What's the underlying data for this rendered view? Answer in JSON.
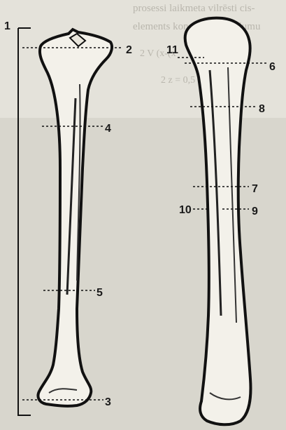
{
  "figure": {
    "background_text": [
      "prosessi laikmeta vilrēsti cis-",
      "elements konstruktīvu lielumu",
      "2 V (x-(x",
      "2 z = 0,5 z = 0,5 u.u.)"
    ],
    "left_bone": {
      "labels": [
        {
          "id": "1",
          "text": "1"
        },
        {
          "id": "2",
          "text": "2"
        },
        {
          "id": "3",
          "text": "3"
        },
        {
          "id": "4",
          "text": "4"
        },
        {
          "id": "5",
          "text": "5"
        }
      ]
    },
    "right_bone": {
      "labels": [
        {
          "id": "6",
          "text": "6"
        },
        {
          "id": "7",
          "text": "7"
        },
        {
          "id": "8",
          "text": "8"
        },
        {
          "id": "9",
          "text": "9"
        },
        {
          "id": "10",
          "text": "10"
        },
        {
          "id": "11",
          "text": "11"
        }
      ]
    }
  },
  "colors": {
    "paper": "#e4e2da",
    "bone_fill": "#f3f1ea",
    "ink": "#111111"
  }
}
